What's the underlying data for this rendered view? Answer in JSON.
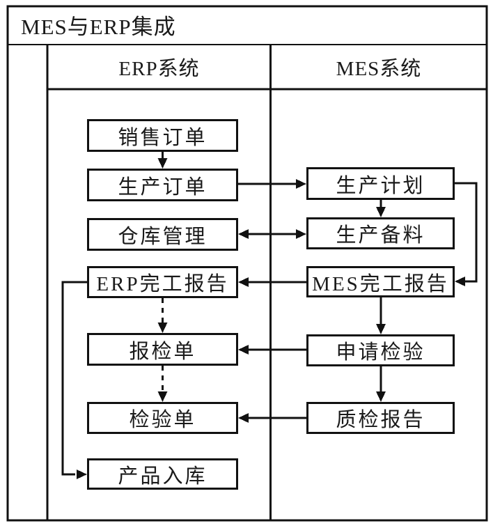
{
  "diagram": {
    "title": "MES与ERP集成",
    "columns": [
      {
        "id": "erp",
        "label": "ERP系统"
      },
      {
        "id": "mes",
        "label": "MES系统"
      }
    ],
    "nodes": [
      {
        "id": "sales-order",
        "column": "ERP系统",
        "label": "销售订单"
      },
      {
        "id": "production-order",
        "column": "ERP系统",
        "label": "生产订单"
      },
      {
        "id": "warehouse-management",
        "column": "ERP系统",
        "label": "仓库管理"
      },
      {
        "id": "erp-completion-report",
        "column": "ERP系统",
        "label": "ERP完工报告"
      },
      {
        "id": "inspection-request-form",
        "column": "ERP系统",
        "label": "报检单"
      },
      {
        "id": "inspection-form",
        "column": "ERP系统",
        "label": "检验单"
      },
      {
        "id": "product-into-warehouse",
        "column": "ERP系统",
        "label": "产品入库"
      },
      {
        "id": "production-plan",
        "column": "MES系统",
        "label": "生产计划"
      },
      {
        "id": "production-material-preparation",
        "column": "MES系统",
        "label": "生产备料"
      },
      {
        "id": "mes-completion-report",
        "column": "MES系统",
        "label": "MES完工报告"
      },
      {
        "id": "request-inspection",
        "column": "MES系统",
        "label": "申请检验"
      },
      {
        "id": "quality-inspection-report",
        "column": "MES系统",
        "label": "质检报告"
      }
    ],
    "edges": [
      {
        "from": "sales-order",
        "to": "production-order",
        "style": "solid",
        "direction": "one-way"
      },
      {
        "from": "production-order",
        "to": "production-plan",
        "style": "solid",
        "direction": "one-way"
      },
      {
        "from": "production-plan",
        "to": "production-material-preparation",
        "style": "solid",
        "direction": "one-way"
      },
      {
        "from": "warehouse-management",
        "to": "production-material-preparation",
        "style": "solid",
        "direction": "two-way"
      },
      {
        "from": "production-plan",
        "to": "mes-completion-report",
        "style": "solid",
        "direction": "one-way",
        "route": "right-loop"
      },
      {
        "from": "mes-completion-report",
        "to": "erp-completion-report",
        "style": "solid",
        "direction": "one-way"
      },
      {
        "from": "mes-completion-report",
        "to": "request-inspection",
        "style": "solid",
        "direction": "one-way"
      },
      {
        "from": "erp-completion-report",
        "to": "inspection-request-form",
        "style": "dashed",
        "direction": "one-way"
      },
      {
        "from": "request-inspection",
        "to": "inspection-request-form",
        "style": "solid",
        "direction": "one-way"
      },
      {
        "from": "request-inspection",
        "to": "quality-inspection-report",
        "style": "solid",
        "direction": "one-way"
      },
      {
        "from": "inspection-request-form",
        "to": "inspection-form",
        "style": "dashed",
        "direction": "one-way"
      },
      {
        "from": "quality-inspection-report",
        "to": "inspection-form",
        "style": "solid",
        "direction": "one-way"
      },
      {
        "from": "erp-completion-report",
        "to": "product-into-warehouse",
        "style": "solid",
        "direction": "one-way",
        "route": "left-loop"
      }
    ]
  },
  "colors": {
    "line": "#111111",
    "text": "#1a1a1a",
    "background": "#ffffff"
  }
}
